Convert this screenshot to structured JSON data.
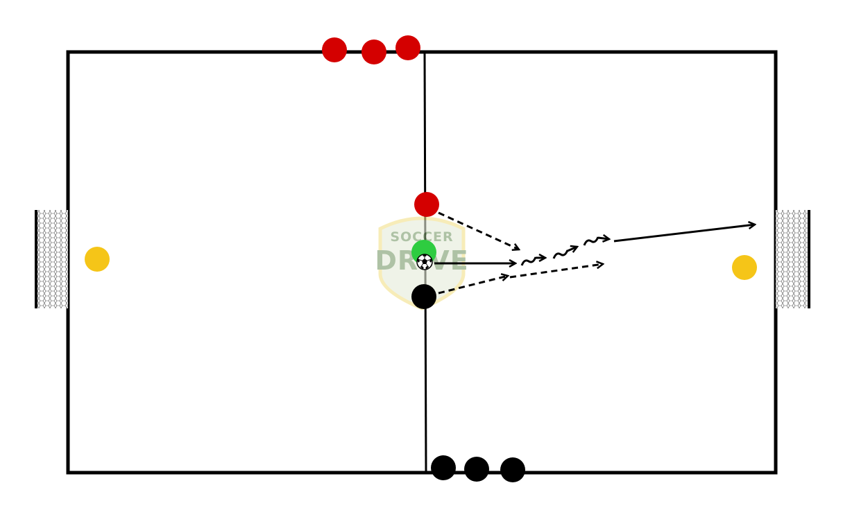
{
  "watermark": {
    "top_text": "SOCCER",
    "main_text": "DRIVE",
    "text_color": "#7a9b6b",
    "badge_fill": "#e6ecd9",
    "badge_stroke": "#f3e08a"
  },
  "colors": {
    "field_line": "#000000",
    "team_red": "#d40000",
    "team_black": "#000000",
    "player_green": "#2ecc40",
    "goalkeeper_yellow": "#f5c518",
    "goal_net": "#e8e8e8"
  },
  "players": {
    "red_team": 4,
    "black_team": 4,
    "ball_carrier": "green",
    "goalkeepers": 2
  }
}
